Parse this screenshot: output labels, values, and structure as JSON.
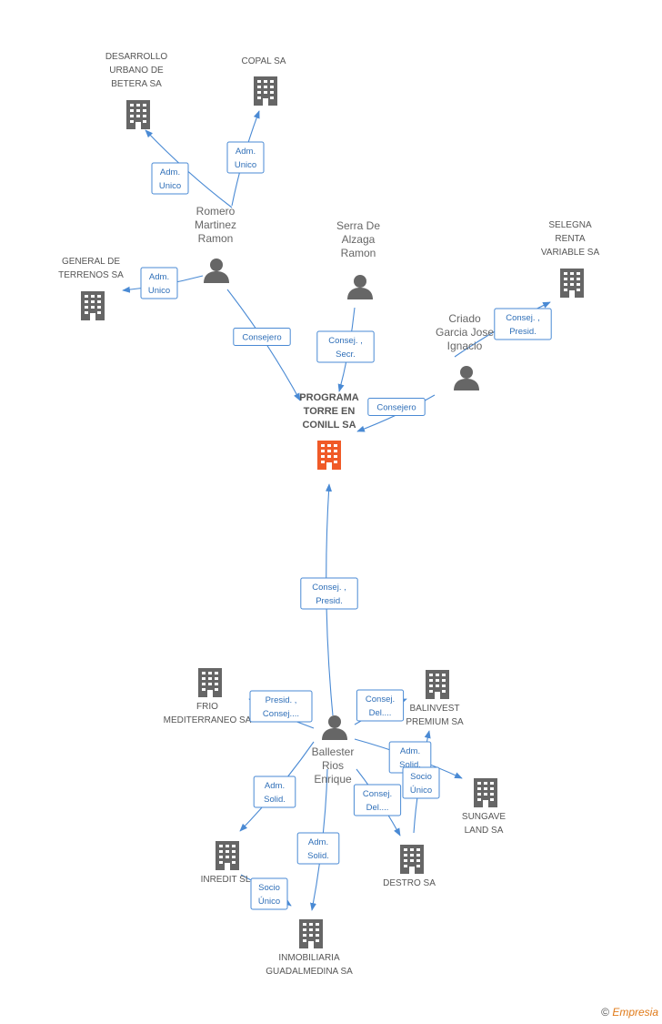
{
  "colors": {
    "edge": "#4a8ad4",
    "company": "#666666",
    "focus": "#f05a28",
    "person": "#666666"
  },
  "nodes": [
    {
      "id": "programa",
      "kind": "company",
      "focus": true,
      "lines": [
        "PROGRAMA",
        "TORRE EN",
        "CONILL SA"
      ]
    },
    {
      "id": "desarrollo",
      "kind": "company",
      "lines": [
        "DESARROLLO",
        "URBANO DE",
        "BETERA SA"
      ]
    },
    {
      "id": "copal",
      "kind": "company",
      "lines": [
        "COPAL SA"
      ]
    },
    {
      "id": "general",
      "kind": "company",
      "lines": [
        "GENERAL DE",
        "TERRENOS SA"
      ]
    },
    {
      "id": "selegna",
      "kind": "company",
      "lines": [
        "SELEGNA",
        "RENTA",
        "VARIABLE SA"
      ]
    },
    {
      "id": "romero",
      "kind": "person",
      "lines": [
        "Romero",
        "Martinez",
        "Ramon"
      ]
    },
    {
      "id": "serra",
      "kind": "person",
      "lines": [
        "Serra De",
        "Alzaga",
        "Ramon"
      ]
    },
    {
      "id": "criado",
      "kind": "person",
      "lines": [
        "Criado",
        "Garcia Jose",
        "Ignacio"
      ]
    },
    {
      "id": "ballester",
      "kind": "person",
      "lines": [
        "Ballester",
        "Rios",
        "Enrique"
      ]
    },
    {
      "id": "frio",
      "kind": "company",
      "lines": [
        "FRIO",
        "MEDITERRANEO SA"
      ]
    },
    {
      "id": "balinvest",
      "kind": "company",
      "lines": [
        "BALINVEST",
        "PREMIUM SA"
      ]
    },
    {
      "id": "sungave",
      "kind": "company",
      "lines": [
        "SUNGAVE",
        "LAND SA"
      ]
    },
    {
      "id": "inredit",
      "kind": "company",
      "lines": [
        "INREDIT SL"
      ]
    },
    {
      "id": "destro",
      "kind": "company",
      "lines": [
        "DESTRO SA"
      ]
    },
    {
      "id": "inmobiliaria",
      "kind": "company",
      "lines": [
        "INMOBILIARIA",
        "GUADALMEDINA SA"
      ]
    }
  ],
  "edges": [
    {
      "id": "e1",
      "from": "romero",
      "to": "desarrollo",
      "role": [
        "Adm.",
        "Unico"
      ]
    },
    {
      "id": "e2",
      "from": "romero",
      "to": "copal",
      "role": [
        "Adm.",
        "Unico"
      ]
    },
    {
      "id": "e3",
      "from": "romero",
      "to": "general",
      "role": [
        "Adm.",
        "Unico"
      ]
    },
    {
      "id": "e4",
      "from": "romero",
      "to": "programa",
      "role": [
        "Consejero"
      ]
    },
    {
      "id": "e5",
      "from": "serra",
      "to": "programa",
      "role": [
        "Consej. ,",
        "Secr."
      ]
    },
    {
      "id": "e6",
      "from": "criado",
      "to": "programa",
      "role": [
        "Consejero"
      ]
    },
    {
      "id": "e7",
      "from": "criado",
      "to": "selegna",
      "role": [
        "Consej. ,",
        "Presid."
      ]
    },
    {
      "id": "e8",
      "from": "ballester",
      "to": "programa",
      "role": [
        "Consej. ,",
        "Presid."
      ]
    },
    {
      "id": "e9",
      "from": "ballester",
      "to": "frio",
      "role": [
        "Presid. ,",
        "Consej...."
      ]
    },
    {
      "id": "e10",
      "from": "ballester",
      "to": "balinvest",
      "role": [
        "Consej.",
        "Del...."
      ]
    },
    {
      "id": "e11",
      "from": "ballester",
      "to": "sungave",
      "role": [
        "Adm.",
        "Solid."
      ]
    },
    {
      "id": "e12",
      "from": "ballester",
      "to": "inredit",
      "role": [
        "Adm.",
        "Solid."
      ]
    },
    {
      "id": "e13",
      "from": "ballester",
      "to": "inmobiliaria",
      "role": [
        "Adm.",
        "Solid."
      ]
    },
    {
      "id": "e14",
      "from": "ballester",
      "to": "destro",
      "role": [
        "Consej.",
        "Del...."
      ]
    },
    {
      "id": "e15",
      "from": "destro",
      "to": "balinvest",
      "role": [
        "Socio",
        "Único"
      ]
    },
    {
      "id": "e16",
      "from": "inredit",
      "to": "inmobiliaria",
      "role": [
        "Socio",
        "Único"
      ]
    }
  ],
  "footer": {
    "copyright": "©",
    "brand": "Empresia"
  }
}
